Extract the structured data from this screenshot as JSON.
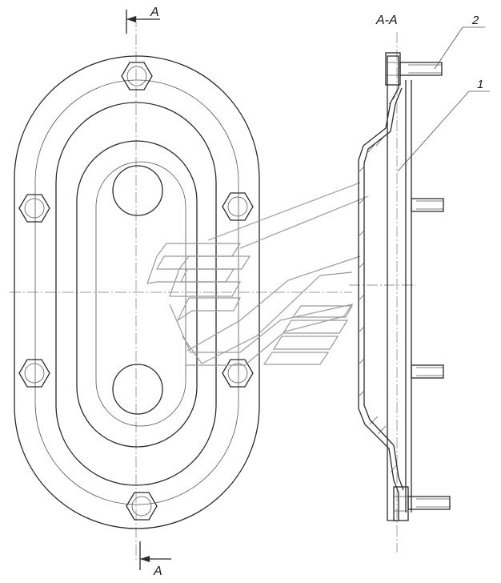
{
  "drawing": {
    "section_mark_top": "A",
    "section_mark_bottom": "A",
    "section_title": "A-A",
    "callouts": [
      "2",
      "1"
    ]
  },
  "icons": {
    "watermark": "brand-watermark-icon",
    "arrow": "section-arrow-icon",
    "bolt": "hex-bolt-icon"
  }
}
